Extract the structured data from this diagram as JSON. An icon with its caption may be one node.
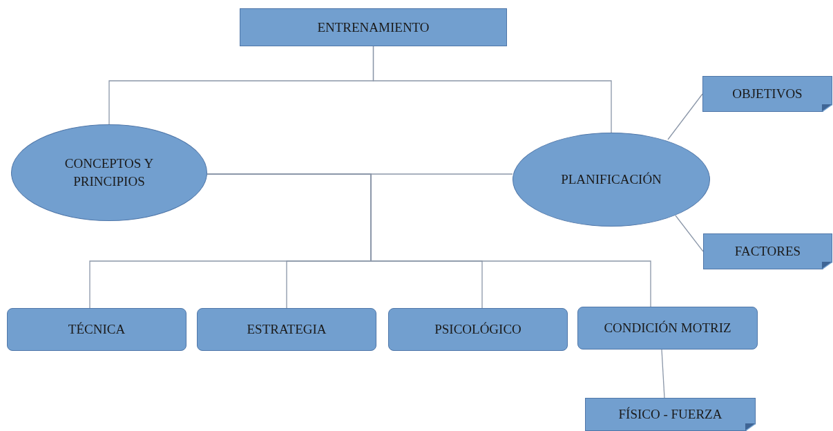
{
  "diagram": {
    "nodes": [
      {
        "text": [
          "ENTRENAMIENTO"
        ]
      },
      {
        "text": [
          "CONCEPTOS Y PRINCIPIOS"
        ]
      },
      {
        "text": [
          "PLANIFICACIÓN"
        ]
      },
      {
        "text": [
          "OBJETIVOS"
        ]
      },
      {
        "text": [
          "FACTORES"
        ]
      },
      {
        "text": [
          "TÉCNICA"
        ]
      },
      {
        "text": [
          "ESTRATEGIA"
        ]
      },
      {
        "text": [
          "PSICOLÓGICO"
        ]
      },
      {
        "text": [
          "CONDICIÓN MOTRIZ"
        ]
      },
      {
        "text": [
          "FÍSICO - FUERZA"
        ]
      }
    ],
    "edges": [
      {
        "from": 0,
        "to": 1,
        "arrow": "none"
      },
      {
        "from": 0,
        "to": 2,
        "arrow": "none"
      },
      {
        "from": 1,
        "to": 2,
        "arrow": "none"
      },
      {
        "from": 1,
        "to": 5,
        "arrow": "none"
      },
      {
        "from": 1,
        "to": 6,
        "arrow": "none"
      },
      {
        "from": 1,
        "to": 7,
        "arrow": "none"
      },
      {
        "from": 1,
        "to": 8,
        "arrow": "none"
      },
      {
        "from": 2,
        "to": 3,
        "arrow": "none"
      },
      {
        "from": 2,
        "to": 4,
        "arrow": "none"
      },
      {
        "from": 8,
        "to": 9,
        "arrow": "none"
      }
    ]
  }
}
